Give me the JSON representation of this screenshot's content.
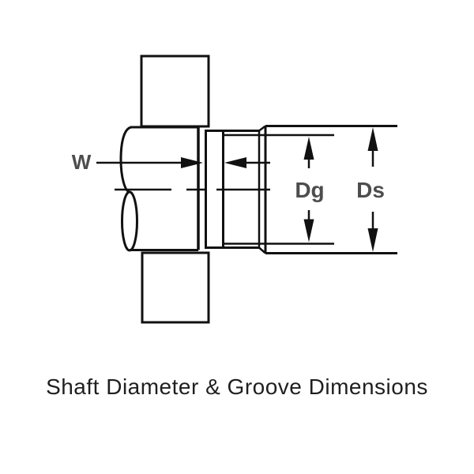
{
  "caption": "Shaft Diameter & Groove Dimensions",
  "dimension_labels": {
    "groove_width": "W",
    "groove_diameter": "Dg",
    "shaft_diameter": "Ds"
  },
  "colors": {
    "background": "#ffffff",
    "line": "#111111",
    "dimension_label": "#4d4d4d",
    "caption": "#1f1f1f"
  }
}
